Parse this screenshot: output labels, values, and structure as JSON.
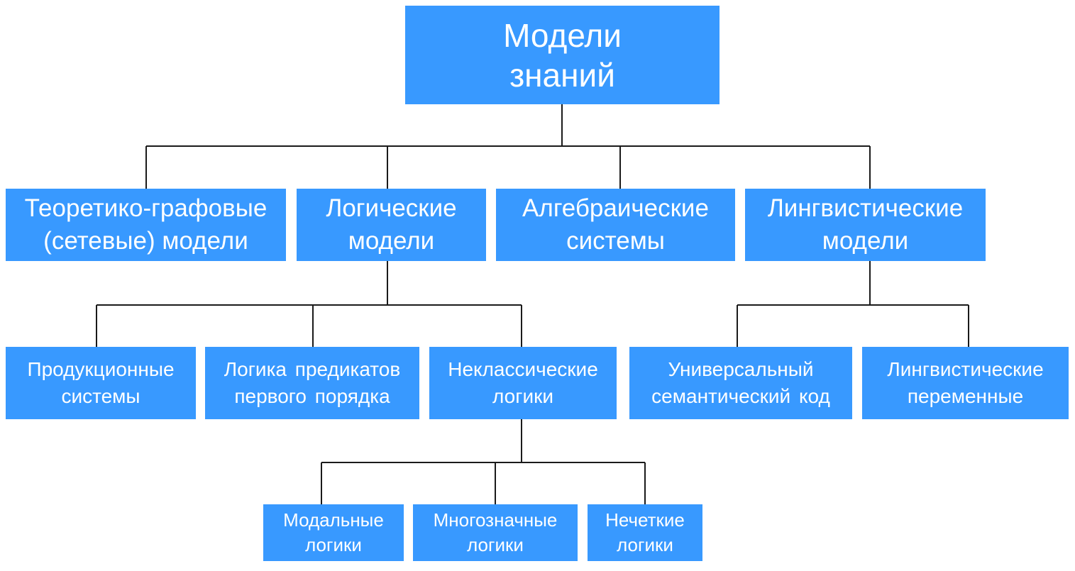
{
  "root": {
    "lines": [
      "Модели",
      "знаний"
    ]
  },
  "level1": {
    "teoretiko": {
      "lines": [
        "Теоретико-графовые",
        "(сетевые) модели"
      ]
    },
    "logicheskie": {
      "lines": [
        "Логические",
        "модели"
      ]
    },
    "algebraicheskie": {
      "lines": [
        "Алгебраические",
        "системы"
      ]
    },
    "lingvisticheskie": {
      "lines": [
        "Лингвистические",
        "модели"
      ]
    }
  },
  "level2": {
    "produkcionnye": {
      "lines": [
        "Продукционные",
        "системы"
      ]
    },
    "predikaty": {
      "lines": [
        "Логика предикатов",
        "первого порядка"
      ]
    },
    "neklassicheskie": {
      "lines": [
        "Неклассические",
        "логики"
      ]
    },
    "usk": {
      "lines": [
        "Универсальный",
        "семантический код"
      ]
    },
    "lingv_peremennye": {
      "lines": [
        "Лингвистические",
        "переменные"
      ]
    }
  },
  "level3": {
    "modalnye": {
      "lines": [
        "Модальные",
        "логики"
      ]
    },
    "mnogoznachnye": {
      "lines": [
        "Многозначные",
        "логики"
      ]
    },
    "nechetkie": {
      "lines": [
        "Нечеткие",
        "логики"
      ]
    }
  },
  "colors": {
    "box": "#3899ff",
    "text": "#ffffff",
    "connector": "#1a1a1a"
  }
}
